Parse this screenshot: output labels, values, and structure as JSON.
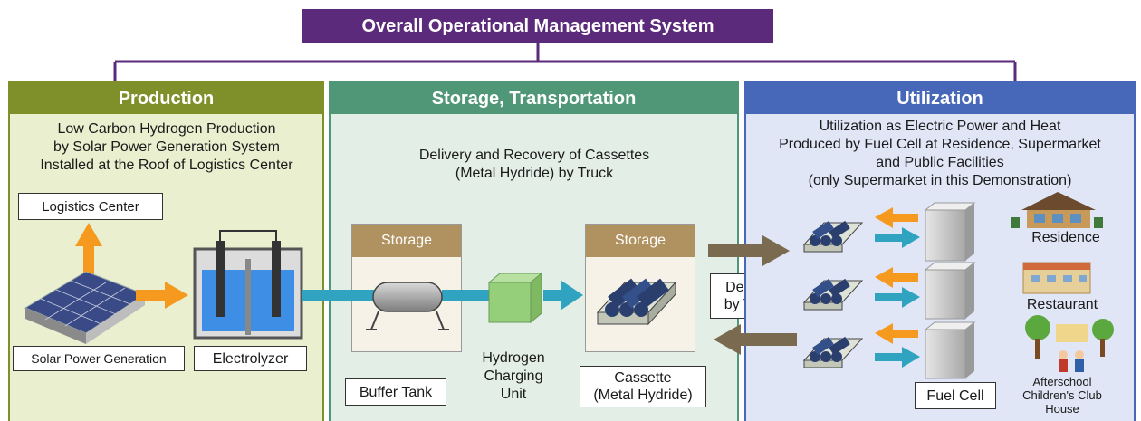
{
  "title": "Overall Operational Management System",
  "production": {
    "header": "Production",
    "desc": [
      "Low Carbon Hydrogen Production",
      "by Solar Power Generation System",
      "Installed at the Roof of Logistics Center"
    ],
    "logistics_label": "Logistics Center",
    "solar_label": "Solar Power Generation",
    "electrolyzer_label": "Electrolyzer"
  },
  "storage": {
    "header": "Storage, Transportation",
    "desc": [
      "Delivery and Recovery of Cassettes",
      "(Metal Hydride) by Truck"
    ],
    "storage_label": "Storage",
    "buffer_label": "Buffer Tank",
    "charging_label": [
      "Hydrogen",
      "Charging",
      "Unit"
    ],
    "cassette_label": [
      "Cassette",
      "(Metal Hydride)"
    ],
    "delivery_label": [
      "Delivery",
      "by Truck"
    ]
  },
  "utilization": {
    "header": "Utilization",
    "desc": [
      "Utilization as Electric Power and Heat",
      "Produced by Fuel Cell at Residence, Supermarket",
      "and Public Facilities",
      "(only Supermarket in this Demonstration)"
    ],
    "residence_label": "Residence",
    "restaurant_label": "Restaurant",
    "afterschool_label": [
      "Afterschool",
      "Children's Club",
      "House"
    ],
    "fuelcell_label": "Fuel Cell"
  },
  "colors": {
    "top": "#5b2a7a",
    "production": "#7f8f2a",
    "storage": "#4f9777",
    "utilization": "#4767b8",
    "orange_arrow": "#f59a1f",
    "teal_arrow": "#2fa3bf",
    "brown_arrow": "#7a6a4f"
  }
}
